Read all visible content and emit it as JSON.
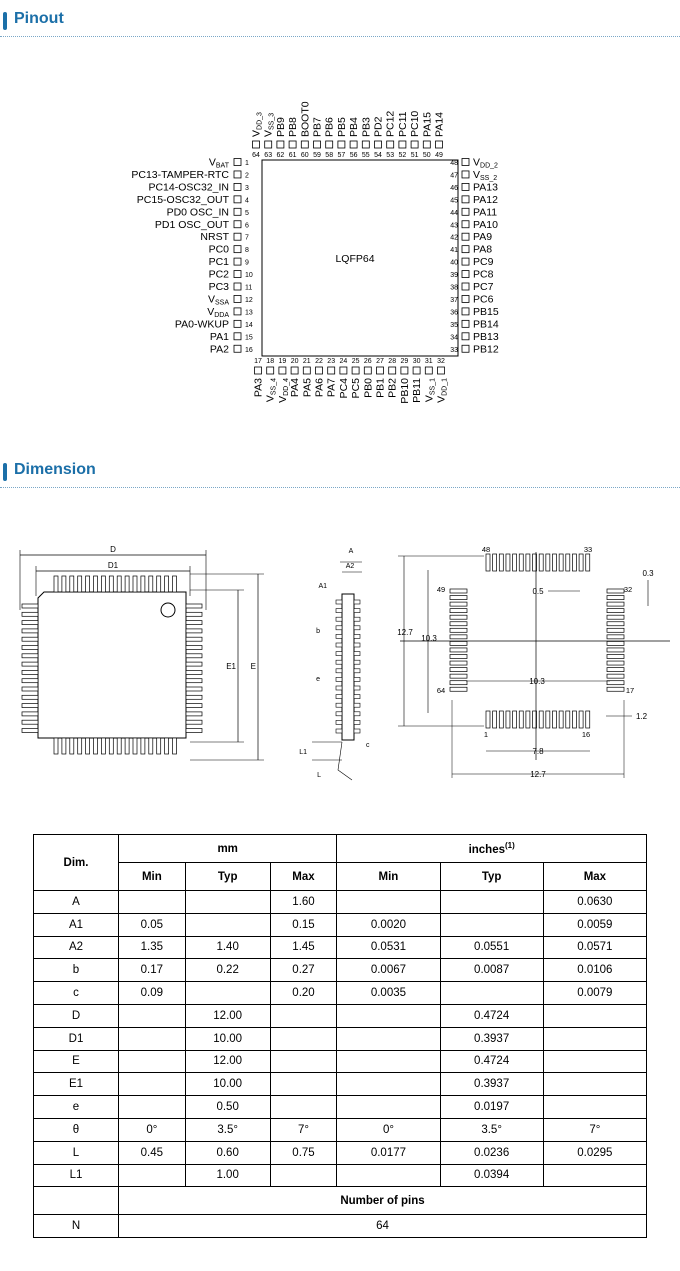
{
  "sections": {
    "pinout_title": "Pinout",
    "dimension_title": "Dimension"
  },
  "pinout": {
    "package_label": "LQFP64",
    "left_pins": [
      {
        "num": "1",
        "name": "VBAT",
        "base": "V",
        "sub": "BAT"
      },
      {
        "num": "2",
        "name": "PC13-TAMPER-RTC"
      },
      {
        "num": "3",
        "name": "PC14-OSC32_IN"
      },
      {
        "num": "4",
        "name": "PC15-OSC32_OUT"
      },
      {
        "num": "5",
        "name": "PD0 OSC_IN"
      },
      {
        "num": "6",
        "name": "PD1 OSC_OUT"
      },
      {
        "num": "7",
        "name": "NRST"
      },
      {
        "num": "8",
        "name": "PC0"
      },
      {
        "num": "9",
        "name": "PC1"
      },
      {
        "num": "10",
        "name": "PC2"
      },
      {
        "num": "11",
        "name": "PC3"
      },
      {
        "num": "12",
        "name": "VSSA",
        "base": "V",
        "sub": "SSA"
      },
      {
        "num": "13",
        "name": "VDDA",
        "base": "V",
        "sub": "DDA"
      },
      {
        "num": "14",
        "name": "PA0-WKUP"
      },
      {
        "num": "15",
        "name": "PA1"
      },
      {
        "num": "16",
        "name": "PA2"
      }
    ],
    "bottom_pins": [
      {
        "num": "17",
        "name": "PA3"
      },
      {
        "num": "18",
        "name": "VSS_4",
        "base": "V",
        "sub": "SS_4"
      },
      {
        "num": "19",
        "name": "VDD_4",
        "base": "V",
        "sub": "DD_4"
      },
      {
        "num": "20",
        "name": "PA4"
      },
      {
        "num": "21",
        "name": "PA5"
      },
      {
        "num": "22",
        "name": "PA6"
      },
      {
        "num": "23",
        "name": "PA7"
      },
      {
        "num": "24",
        "name": "PC4"
      },
      {
        "num": "25",
        "name": "PC5"
      },
      {
        "num": "26",
        "name": "PB0"
      },
      {
        "num": "27",
        "name": "PB1"
      },
      {
        "num": "28",
        "name": "PB2"
      },
      {
        "num": "29",
        "name": "PB10"
      },
      {
        "num": "30",
        "name": "PB11"
      },
      {
        "num": "31",
        "name": "VSS_1",
        "base": "V",
        "sub": "SS_1"
      },
      {
        "num": "32",
        "name": "VDD_1",
        "base": "V",
        "sub": "DD_1"
      }
    ],
    "right_pins": [
      {
        "num": "48",
        "name": "VDD_2",
        "base": "V",
        "sub": "DD_2"
      },
      {
        "num": "47",
        "name": "VSS_2",
        "base": "V",
        "sub": "SS_2"
      },
      {
        "num": "46",
        "name": "PA13"
      },
      {
        "num": "45",
        "name": "PA12"
      },
      {
        "num": "44",
        "name": "PA11"
      },
      {
        "num": "43",
        "name": "PA10"
      },
      {
        "num": "42",
        "name": "PA9"
      },
      {
        "num": "41",
        "name": "PA8"
      },
      {
        "num": "40",
        "name": "PC9"
      },
      {
        "num": "39",
        "name": "PC8"
      },
      {
        "num": "38",
        "name": "PC7"
      },
      {
        "num": "37",
        "name": "PC6"
      },
      {
        "num": "36",
        "name": "PB15"
      },
      {
        "num": "35",
        "name": "PB14"
      },
      {
        "num": "34",
        "name": "PB13"
      },
      {
        "num": "33",
        "name": "PB12"
      }
    ],
    "top_pins": [
      {
        "num": "64",
        "name": "VDD_3",
        "base": "V",
        "sub": "DD_3"
      },
      {
        "num": "63",
        "name": "VSS_3",
        "base": "V",
        "sub": "SS_3"
      },
      {
        "num": "62",
        "name": "PB9"
      },
      {
        "num": "61",
        "name": "PB8"
      },
      {
        "num": "60",
        "name": "BOOT0"
      },
      {
        "num": "59",
        "name": "PB7"
      },
      {
        "num": "58",
        "name": "PB6"
      },
      {
        "num": "57",
        "name": "PB5"
      },
      {
        "num": "56",
        "name": "PB4"
      },
      {
        "num": "55",
        "name": "PB3"
      },
      {
        "num": "54",
        "name": "PD2"
      },
      {
        "num": "53",
        "name": "PC12"
      },
      {
        "num": "52",
        "name": "PC11"
      },
      {
        "num": "51",
        "name": "PC10"
      },
      {
        "num": "50",
        "name": "PA15"
      },
      {
        "num": "49",
        "name": "PA14"
      }
    ]
  },
  "dimension_drawing": {
    "top_view": {
      "D": "D",
      "D1": "D1",
      "E1": "E1",
      "E": "E"
    },
    "side_view": {
      "A": "A",
      "A2": "A2",
      "A1": "A1",
      "b": "b",
      "e": "e",
      "L1": "L1",
      "L": "L",
      "c": "c"
    },
    "footprint": {
      "pin48": "48",
      "pin33": "33",
      "pin49": "49",
      "pin32": "32",
      "pin64": "64",
      "pin17": "17",
      "pin1": "1",
      "pin16": "16",
      "dim_0_3": "0.3",
      "dim_0_5": "0.5",
      "dim_12_7_v": "12.7",
      "dim_10_3_v": "10.3",
      "dim_10_3_h": "10.3",
      "dim_1_2": "1.2",
      "dim_7_8": "7.8",
      "dim_12_7_h": "12.7"
    }
  },
  "table": {
    "dim_header": "Dim.",
    "mm_header": "mm",
    "inches_header": "inches",
    "inches_note": "(1)",
    "sub_headers": [
      "Min",
      "Typ",
      "Max",
      "Min",
      "Typ",
      "Max"
    ],
    "rows": [
      {
        "dim": "A",
        "vals": [
          "",
          "",
          "1.60",
          "",
          "",
          "0.0630"
        ]
      },
      {
        "dim": "A1",
        "vals": [
          "0.05",
          "",
          "0.15",
          "0.0020",
          "",
          "0.0059"
        ]
      },
      {
        "dim": "A2",
        "vals": [
          "1.35",
          "1.40",
          "1.45",
          "0.0531",
          "0.0551",
          "0.0571"
        ]
      },
      {
        "dim": "b",
        "vals": [
          "0.17",
          "0.22",
          "0.27",
          "0.0067",
          "0.0087",
          "0.0106"
        ]
      },
      {
        "dim": "c",
        "vals": [
          "0.09",
          "",
          "0.20",
          "0.0035",
          "",
          "0.0079"
        ]
      },
      {
        "dim": "D",
        "vals": [
          "",
          "12.00",
          "",
          "",
          "0.4724",
          ""
        ]
      },
      {
        "dim": "D1",
        "vals": [
          "",
          "10.00",
          "",
          "",
          "0.3937",
          ""
        ]
      },
      {
        "dim": "E",
        "vals": [
          "",
          "12.00",
          "",
          "",
          "0.4724",
          ""
        ]
      },
      {
        "dim": "E1",
        "vals": [
          "",
          "10.00",
          "",
          "",
          "0.3937",
          ""
        ]
      },
      {
        "dim": "e",
        "vals": [
          "",
          "0.50",
          "",
          "",
          "0.0197",
          ""
        ]
      },
      {
        "dim": "θ",
        "vals": [
          "0°",
          "3.5°",
          "7°",
          "0°",
          "3.5°",
          "7°"
        ]
      },
      {
        "dim": "L",
        "vals": [
          "0.45",
          "0.60",
          "0.75",
          "0.0177",
          "0.0236",
          "0.0295"
        ]
      },
      {
        "dim": "L1",
        "vals": [
          "",
          "1.00",
          "",
          "",
          "0.0394",
          ""
        ]
      }
    ],
    "pins_header": "Number of pins",
    "n_label": "N",
    "n_value": "64"
  }
}
